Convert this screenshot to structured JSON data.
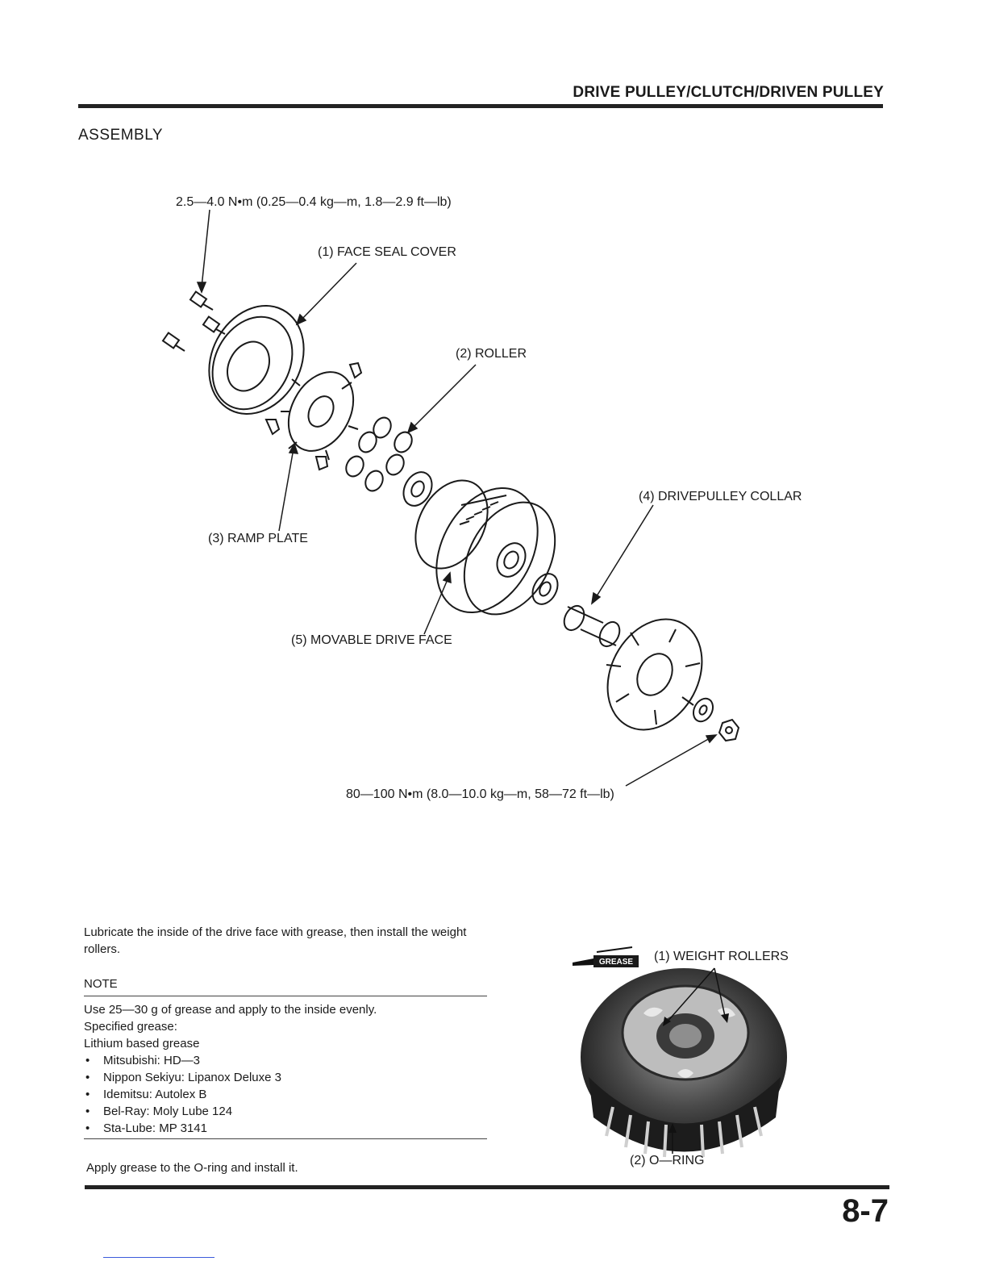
{
  "header": {
    "title": "DRIVE PULLEY/CLUTCH/DRIVEN PULLEY"
  },
  "section": {
    "title": "ASSEMBLY"
  },
  "diagram": {
    "torque_top": "2.5—4.0 N•m (0.25—0.4 kg—m, 1.8—2.9 ft—lb)",
    "face_seal_cover": "(1) FACE SEAL COVER",
    "roller": "(2) ROLLER",
    "ramp_plate": "(3) RAMP PLATE",
    "drivepulley_collar": "(4) DRIVEPULLEY COLLAR",
    "movable_drive_face": "(5) MOVABLE DRIVE FACE",
    "torque_bottom": "80—100 N•m (8.0—10.0 kg—m, 58—72 ft—lb)"
  },
  "instructions": {
    "lubricate": "Lubricate the inside of the drive face with grease, then install the weight rollers.",
    "note_heading": "NOTE",
    "note_lines": [
      "Use 25—30 g of grease and apply to the inside evenly.",
      "Specified grease:",
      "Lithium based grease"
    ],
    "grease_brands": [
      "Mitsubishi: HD—3",
      "Nippon Sekiyu: Lipanox Deluxe 3",
      "Idemitsu: Autolex B",
      "Bel-Ray: Moly Lube 124",
      "Sta-Lube: MP 3141"
    ],
    "oring_instruction": "Apply grease to the O-ring and install it."
  },
  "photo": {
    "grease_tag": "GREASE",
    "weight_rollers": "(1) WEIGHT ROLLERS",
    "o_ring": "(2) O—RING"
  },
  "footer": {
    "page_number": "8-7"
  }
}
